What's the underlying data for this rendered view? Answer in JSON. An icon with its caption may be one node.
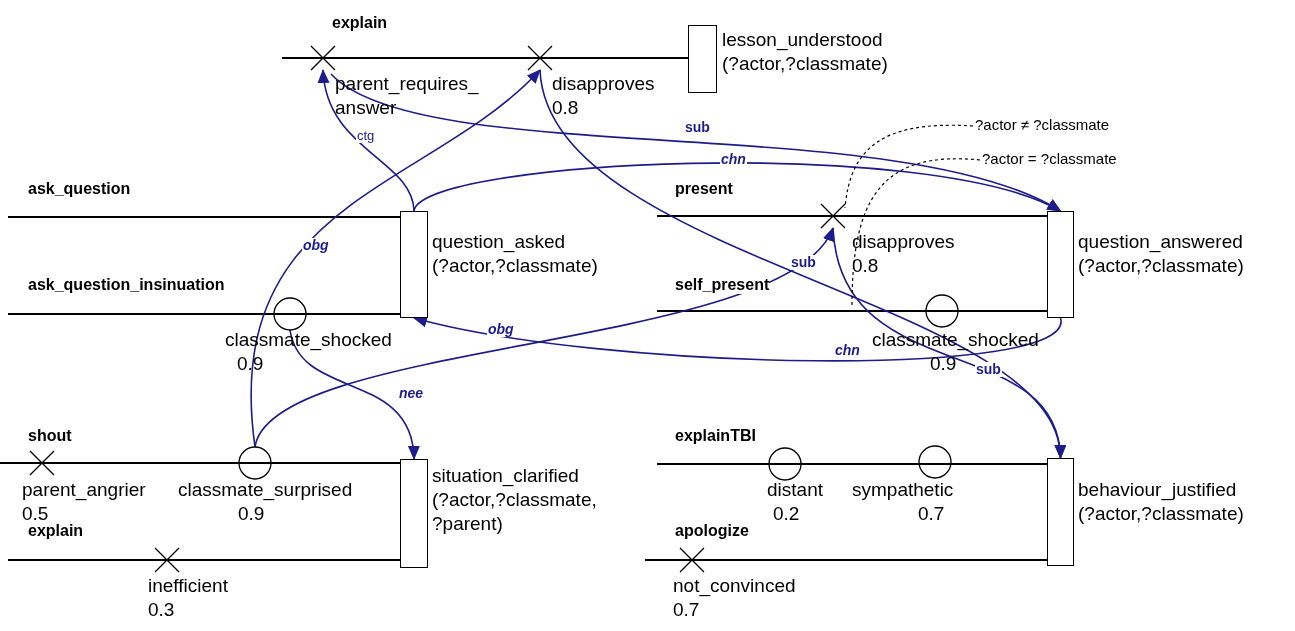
{
  "diagram": {
    "nodes": [
      {
        "text": [
          "parent_requires_answer"
        ]
      },
      {
        "text": [
          "disapproves",
          "0.8"
        ]
      },
      {
        "text": [
          "lesson_understood",
          "(?actor,?classmate)"
        ]
      },
      {
        "text": [
          "?actor ≠ ?classmate"
        ]
      },
      {
        "text": [
          "?actor = ?classmate"
        ]
      },
      {
        "text": [
          "question_asked",
          "(?actor,?classmate)"
        ]
      },
      {
        "text": [
          "disapproves",
          "0.8"
        ]
      },
      {
        "text": [
          "question_answered",
          "(?actor,?classmate)"
        ]
      },
      {
        "text": [
          "classmate_shocked",
          "0.9"
        ]
      },
      {
        "text": [
          "classmate_shocked",
          "0.9"
        ]
      },
      {
        "text": [
          "situation_clarified",
          "(?actor,?classmate, ?parent)"
        ]
      },
      {
        "text": [
          "parent_angrier",
          "0.5"
        ]
      },
      {
        "text": [
          "classmate_surprised",
          "0.9"
        ]
      },
      {
        "text": [
          "distant",
          "0.2"
        ]
      },
      {
        "text": [
          "sympathetic",
          "0.7"
        ]
      },
      {
        "text": [
          "behaviour_justified",
          "(?actor,?classmate)"
        ]
      },
      {
        "text": [
          "inefficient",
          "0.3"
        ]
      },
      {
        "text": [
          "not_convinced",
          "0.7"
        ]
      }
    ],
    "edges": [
      {
        "from": null,
        "to": 2,
        "arrow": "none",
        "label": "explain"
      },
      {
        "from": null,
        "to": 5,
        "arrow": "none",
        "label": "ask_question"
      },
      {
        "from": null,
        "to": 5,
        "arrow": "none",
        "label": "ask_question_insinuation"
      },
      {
        "from": null,
        "to": 7,
        "arrow": "none",
        "label": "present"
      },
      {
        "from": null,
        "to": 7,
        "arrow": "none",
        "label": "self_present"
      },
      {
        "from": null,
        "to": 10,
        "arrow": "none",
        "label": "shout"
      },
      {
        "from": null,
        "to": 10,
        "arrow": "none",
        "label": "explain"
      },
      {
        "from": null,
        "to": 15,
        "arrow": "none",
        "label": "explainTBI"
      },
      {
        "from": null,
        "to": 15,
        "arrow": "none",
        "label": "apologize"
      },
      {
        "from": 5,
        "to": 0,
        "arrow": "to",
        "label": "ctg",
        "color": "#1c1c8c"
      },
      {
        "from": 0,
        "to": 7,
        "arrow": "to",
        "label": "sub",
        "color": "#1c1c8c"
      },
      {
        "from": 5,
        "to": 7,
        "arrow": "to",
        "label": "chn",
        "color": "#1c1c8c"
      },
      {
        "from": 12,
        "to": 1,
        "arrow": "to",
        "label": "obg",
        "color": "#1c1c8c"
      },
      {
        "from": 1,
        "to": 15,
        "arrow": "to",
        "label": "sub",
        "color": "#1c1c8c"
      },
      {
        "from": 12,
        "to": 6,
        "arrow": "to",
        "label": "obg",
        "color": "#1c1c8c"
      },
      {
        "from": 6,
        "to": 15,
        "arrow": "to",
        "label": "sub",
        "color": "#1c1c8c"
      },
      {
        "from": 7,
        "to": 5,
        "arrow": "to",
        "label": "chn",
        "color": "#1c1c8c"
      },
      {
        "from": 8,
        "to": 10,
        "arrow": "to",
        "label": "nee",
        "color": "#1c1c8c"
      },
      {
        "from": 3,
        "to": 6,
        "arrow": "none",
        "style": "dashed"
      },
      {
        "from": 4,
        "to": null,
        "arrow": "none",
        "style": "dashed"
      }
    ]
  }
}
